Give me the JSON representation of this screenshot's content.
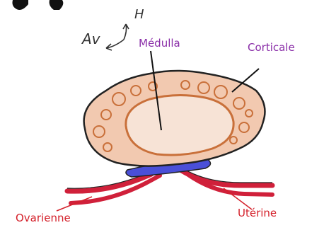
{
  "orientation": {
    "anterior": "Av",
    "superior": "H"
  },
  "labels": {
    "medulla": "Médulla",
    "cortex": "Corticale",
    "ovarian_vessel": "Ovarienne",
    "uterine_vessel": "Utérine"
  },
  "colors": {
    "label_purple": "#8a2ea8",
    "label_red": "#d4202a",
    "cortex_fill": "#f2c9b0",
    "medulla_fill": "#f7e3d6",
    "follicle_stroke": "#c9703a",
    "vessel_red": "#d0203a",
    "vessel_blue": "#4a4fd8",
    "outline": "#222222"
  }
}
